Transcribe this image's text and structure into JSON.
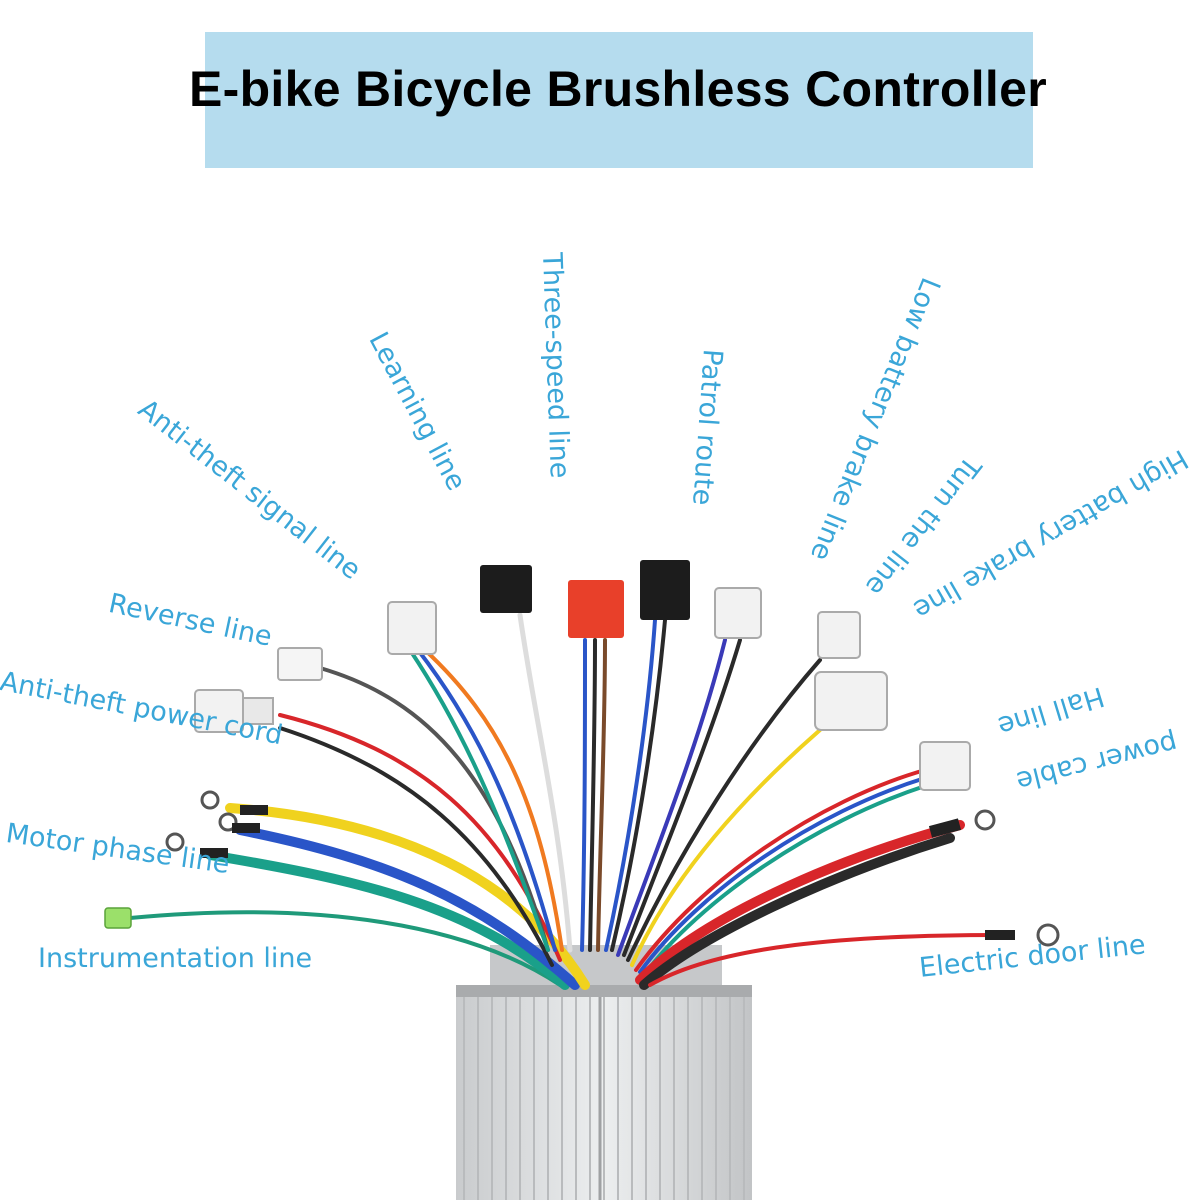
{
  "title": "E-bike Bicycle Brushless Controller",
  "colors": {
    "title_background": "#b5dcee",
    "label_text": "#3aa6d8",
    "housing": "#d4d6d8"
  },
  "labels": {
    "learning_line": "Learning line",
    "three_speed_line": "Three-speed line",
    "patrol_route": "Patrol route",
    "low_battery_brake_line": "Low battery brake line",
    "turn_the_line": "Turn the line",
    "high_battery_brake_line": "High battery brake line",
    "anti_theft_signal_line": "Anti-theft signal line",
    "reverse_line": "Reverse line",
    "anti_theft_power_cord": "Anti-theft power cord",
    "hall_line": "Hall line",
    "power_cable": "power cable",
    "motor_phase_line": "Motor phase line",
    "instrumentation_line": "Instrumentation line",
    "electric_door_line": "Electric door line"
  }
}
